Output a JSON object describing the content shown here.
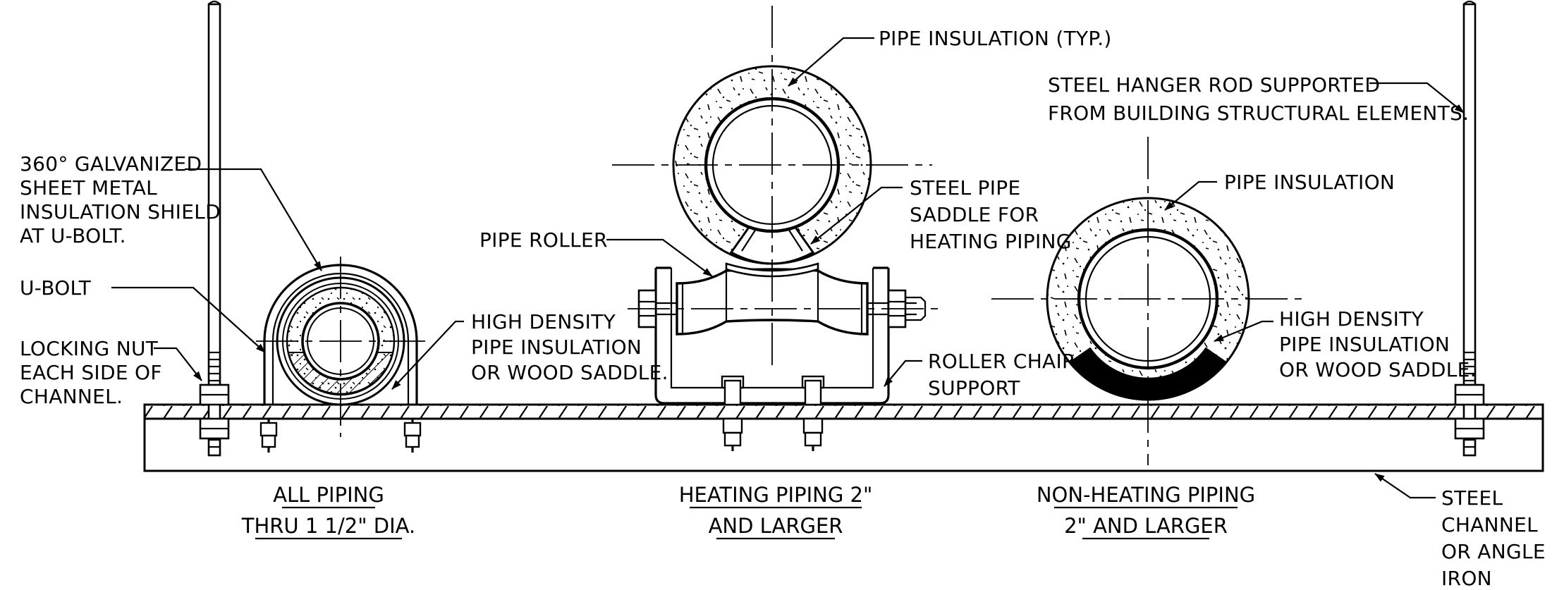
{
  "labels": {
    "shield_1": "360° GALVANIZED",
    "shield_2": "SHEET METAL",
    "shield_3": "INSULATION SHIELD",
    "shield_4": "AT U-BOLT.",
    "ubolt": "U-BOLT",
    "nut_1": "LOCKING NUT",
    "nut_2": "EACH SIDE OF",
    "nut_3": "CHANNEL.",
    "roller": "PIPE ROLLER",
    "insul_typ": "PIPE INSULATION (TYP.)",
    "saddle_1": "STEEL PIPE",
    "saddle_2": "SADDLE FOR",
    "saddle_3": "HEATING PIPING",
    "hd_left_1": "HIGH DENSITY",
    "hd_left_2": "PIPE INSULATION",
    "hd_left_3": "OR WOOD SADDLE.",
    "chair_1": "ROLLER CHAIR",
    "chair_2": "SUPPORT",
    "rod_1": "STEEL HANGER ROD SUPPORTED",
    "rod_2": "FROM BUILDING STRUCTURAL ELEMENTS.",
    "insul_right": "PIPE INSULATION",
    "hd_right_1": "HIGH DENSITY",
    "hd_right_2": "PIPE INSULATION",
    "hd_right_3": "OR WOOD SADDLE.",
    "channel_1": "STEEL",
    "channel_2": "CHANNEL",
    "channel_3": "OR ANGLE",
    "channel_4": "IRON"
  },
  "captions": {
    "left_1": "ALL PIPING",
    "left_2": "THRU 1 1/2\" DIA.",
    "center_1": "HEATING PIPING 2\"",
    "center_2": "AND LARGER",
    "right_1": "NON-HEATING PIPING",
    "right_2": "2\" AND LARGER"
  }
}
